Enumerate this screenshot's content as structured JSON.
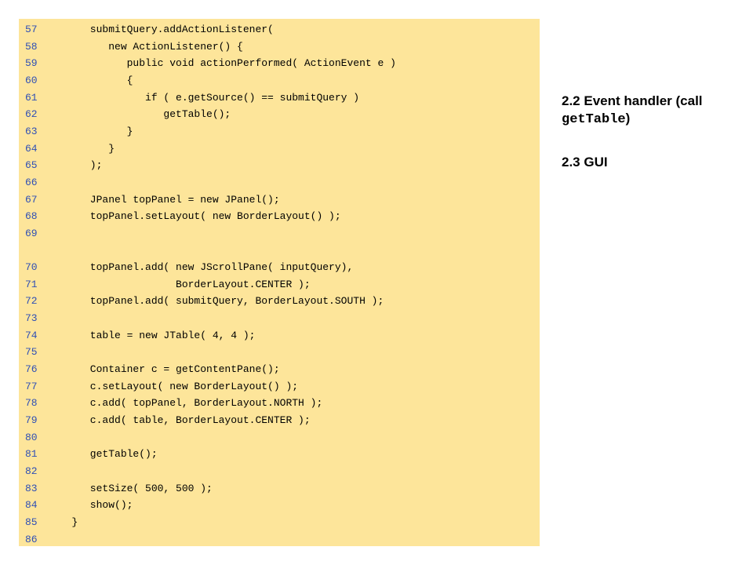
{
  "code": {
    "lines": [
      {
        "num": "57",
        "text": "      submitQuery.addActionListener("
      },
      {
        "num": "58",
        "text": "         new ActionListener() {"
      },
      {
        "num": "59",
        "text": "            public void actionPerformed( ActionEvent e )"
      },
      {
        "num": "60",
        "text": "            {"
      },
      {
        "num": "61",
        "text": "               if ( e.getSource() == submitQuery )"
      },
      {
        "num": "62",
        "text": "                  getTable();"
      },
      {
        "num": "63",
        "text": "            }"
      },
      {
        "num": "64",
        "text": "         }"
      },
      {
        "num": "65",
        "text": "      );"
      },
      {
        "num": "66",
        "text": ""
      },
      {
        "num": "67",
        "text": "      JPanel topPanel = new JPanel();"
      },
      {
        "num": "68",
        "text": "      topPanel.setLayout( new BorderLayout() );"
      },
      {
        "num": "69",
        "text": ""
      },
      {
        "num": "70",
        "text": "      topPanel.add( new JScrollPane( inputQuery),"
      },
      {
        "num": "71",
        "text": "                    BorderLayout.CENTER );"
      },
      {
        "num": "72",
        "text": "      topPanel.add( submitQuery, BorderLayout.SOUTH );"
      },
      {
        "num": "73",
        "text": ""
      },
      {
        "num": "74",
        "text": "      table = new JTable( 4, 4 );"
      },
      {
        "num": "75",
        "text": ""
      },
      {
        "num": "76",
        "text": "      Container c = getContentPane();"
      },
      {
        "num": "77",
        "text": "      c.setLayout( new BorderLayout() );"
      },
      {
        "num": "78",
        "text": "      c.add( topPanel, BorderLayout.NORTH );"
      },
      {
        "num": "79",
        "text": "      c.add( table, BorderLayout.CENTER );"
      },
      {
        "num": "80",
        "text": ""
      },
      {
        "num": "81",
        "text": "      getTable();"
      },
      {
        "num": "82",
        "text": ""
      },
      {
        "num": "83",
        "text": "      setSize( 500, 500 );"
      },
      {
        "num": "84",
        "text": "      show();"
      },
      {
        "num": "85",
        "text": "   }"
      },
      {
        "num": "86",
        "text": ""
      }
    ]
  },
  "notes": {
    "event_handler_prefix": "2.2 Event handler (call ",
    "event_handler_code": "getTable",
    "event_handler_suffix": ")",
    "gui": "2.3 GUI"
  },
  "colors": {
    "panel_background": "#fde59a",
    "line_number": "#2f4fb5",
    "code_text": "#000000"
  }
}
